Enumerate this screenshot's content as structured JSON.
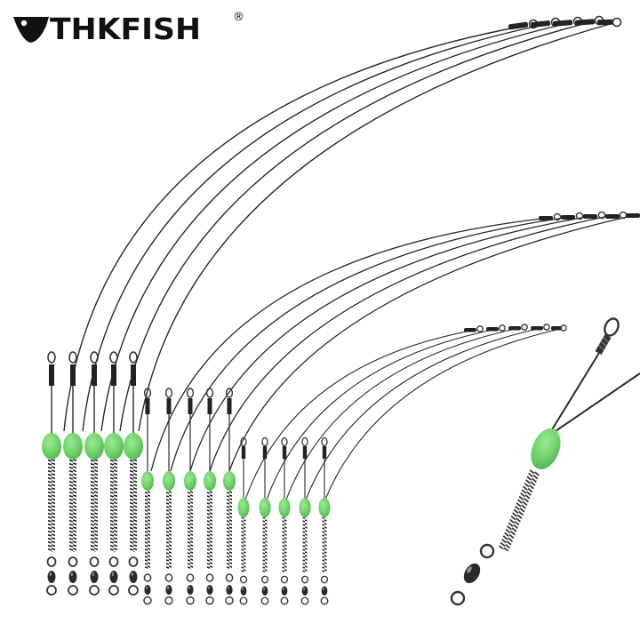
{
  "brand": {
    "name": "THKFISH",
    "registered_mark": "®",
    "icon": "fish-head-icon"
  },
  "product": {
    "description": "Fishing wire leaders with glow beads, springs and swivels",
    "groups": [
      {
        "size": "long",
        "count": 5,
        "bead_color": "#6fd36a"
      },
      {
        "size": "medium",
        "count": 5,
        "bead_color": "#6fd36a"
      },
      {
        "size": "short",
        "count": 5,
        "bead_color": "#6fd36a"
      }
    ],
    "detail_view": {
      "count": 1,
      "bead_color": "#6fd36a"
    }
  },
  "colors": {
    "background": "#ffffff",
    "wire": "#2a2a2a",
    "bead": "#6fd36a",
    "metal": "#222222"
  }
}
